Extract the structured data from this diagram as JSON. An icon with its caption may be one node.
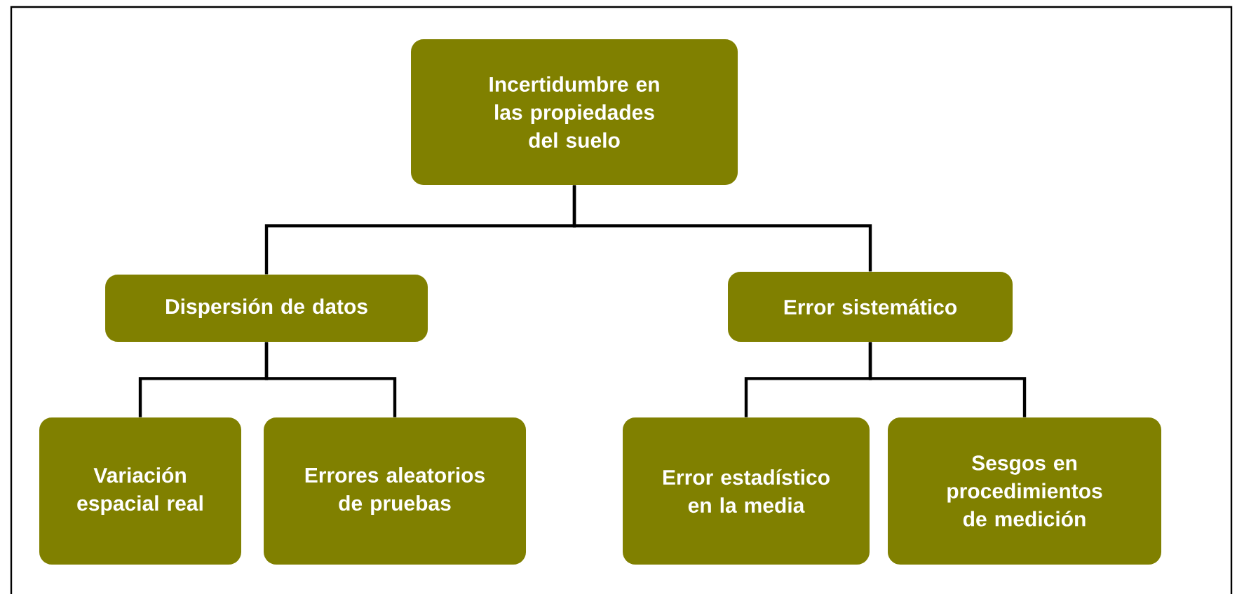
{
  "diagram": {
    "nodes": [
      {
        "text": [
          "Incertidumbre en las propiedades del suelo"
        ]
      },
      {
        "text": [
          "Dispersión de datos"
        ]
      },
      {
        "text": [
          "Error sistemático"
        ]
      },
      {
        "text": [
          "Variación espacial real"
        ]
      },
      {
        "text": [
          "Errores aleatorios de pruebas"
        ]
      },
      {
        "text": [
          "Error estadístico en la media"
        ]
      },
      {
        "text": [
          "Sesgos en procedimientos de medición"
        ]
      }
    ],
    "edges": [
      {
        "from": 0,
        "to": 1,
        "arrow": "none"
      },
      {
        "from": 0,
        "to": 2,
        "arrow": "none"
      },
      {
        "from": 1,
        "to": 3,
        "arrow": "none"
      },
      {
        "from": 1,
        "to": 4,
        "arrow": "none"
      },
      {
        "from": 2,
        "to": 5,
        "arrow": "none"
      },
      {
        "from": 2,
        "to": 6,
        "arrow": "none"
      }
    ]
  }
}
